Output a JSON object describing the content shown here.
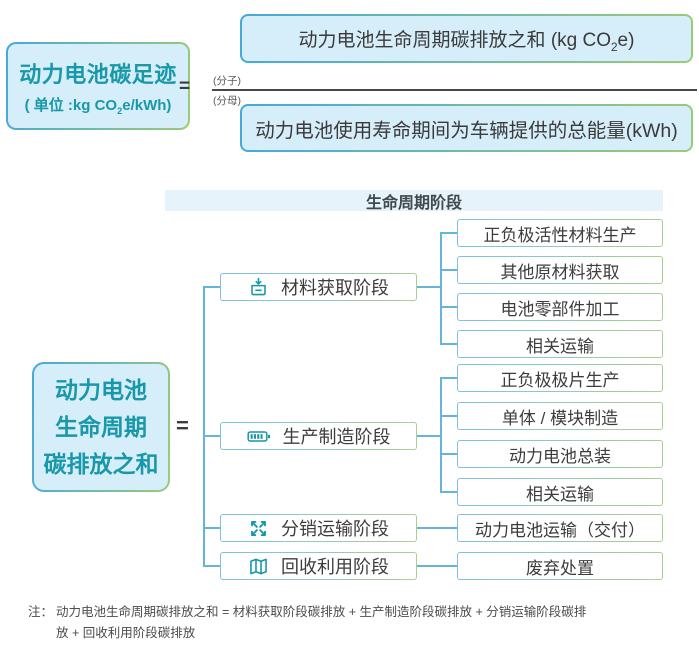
{
  "formula": {
    "subject_title": "动力电池碳足迹",
    "subject_unit_pre": "( 单位 :kg CO",
    "subject_unit_sub": "2",
    "subject_unit_post": "e/kWh)",
    "equals": "=",
    "numerator_tag": "(分子)",
    "denominator_tag": "(分母)",
    "numerator_pre": "动力电池生命周期碳排放之和 (kg CO",
    "numerator_sub": "2",
    "numerator_post": "e)",
    "denominator": "动力电池使用寿命期间为车辆提供的总能量(kWh)"
  },
  "lifecycle": {
    "banner": "生命周期阶段",
    "root_line1": "动力电池",
    "root_line2": "生命周期",
    "root_line3": "碳排放之和",
    "equals": "=",
    "stages": [
      {
        "label": "材料获取阶段",
        "icon": "inbox-arrow-icon",
        "children": [
          "正负极活性材料生产",
          "其他原材料获取",
          "电池零部件加工",
          "相关运输"
        ]
      },
      {
        "label": "生产制造阶段",
        "icon": "battery-icon",
        "children": [
          "正负极极片生产",
          "单体 / 模块制造",
          "动力电池总装",
          "相关运输"
        ]
      },
      {
        "label": "分销运输阶段",
        "icon": "arrows-out-icon",
        "children": [
          "动力电池运输（交付）"
        ]
      },
      {
        "label": "回收利用阶段",
        "icon": "map-icon",
        "children": [
          "废弃处置"
        ]
      }
    ]
  },
  "note": {
    "label": "注：",
    "line1": "动力电池生命周期碳排放之和 = 材料获取阶段碳排放 + 生产制造阶段碳排放 + 分销运输阶段碳排",
    "line2": "放 + 回收利用阶段碳排放"
  },
  "colors": {
    "teal_text": "#1898a9",
    "box_fill_blue": "#d6edfa",
    "border_blue": "#44a9da",
    "border_green": "#9ccb77",
    "connector_blue": "#64b5d9",
    "banner_bg": "#e7f3fb",
    "icon_teal": "#1797a8",
    "dark_text": "#3c3c3c"
  }
}
